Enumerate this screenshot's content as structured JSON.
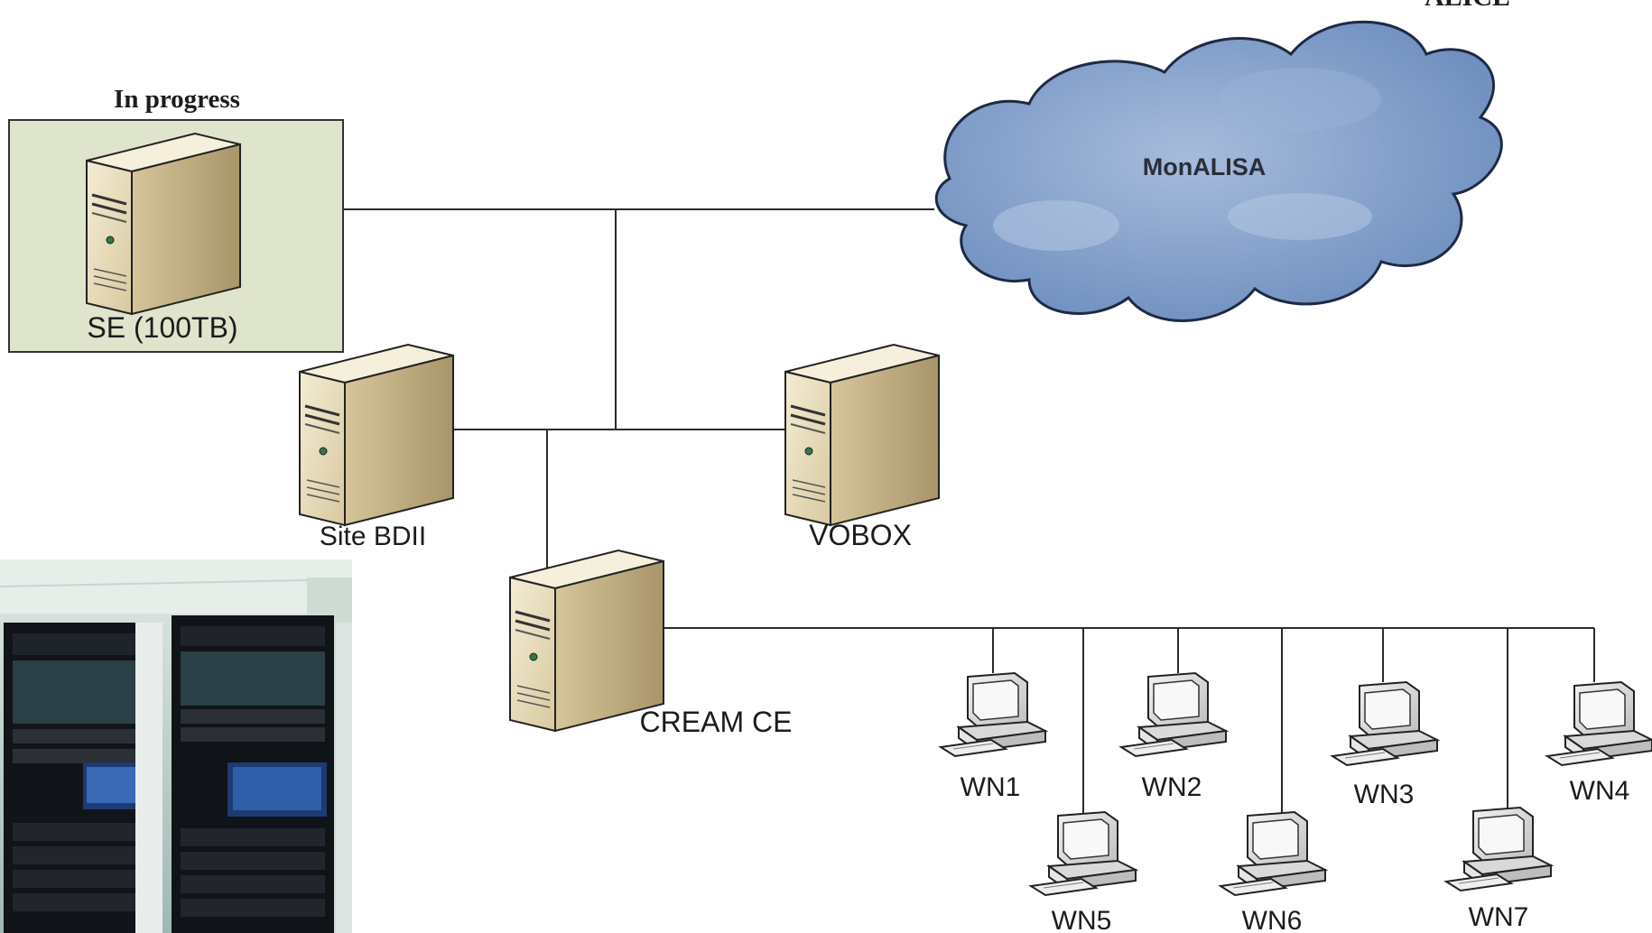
{
  "corner_text": "ALICE",
  "storage_box": {
    "status": "In progress",
    "label": "SE (100TB)"
  },
  "cloud": {
    "label": "MonALISA"
  },
  "servers": {
    "site_bdii": "Site BDII",
    "vobox": "VOBOX",
    "cream_ce": "CREAM CE"
  },
  "worker_nodes": [
    "WN1",
    "WN2",
    "WN3",
    "WN4",
    "WN5",
    "WN6",
    "WN7"
  ],
  "photo": {
    "subject": "server-racks-photo"
  },
  "colors": {
    "server_front": "#ece2c4",
    "server_side": "#c9b98f",
    "server_top": "#f6efdc",
    "cloud_fill": "#7e9cc6",
    "storage_box_fill": "#dfe4cc",
    "network_line": "#2b2b2b"
  }
}
